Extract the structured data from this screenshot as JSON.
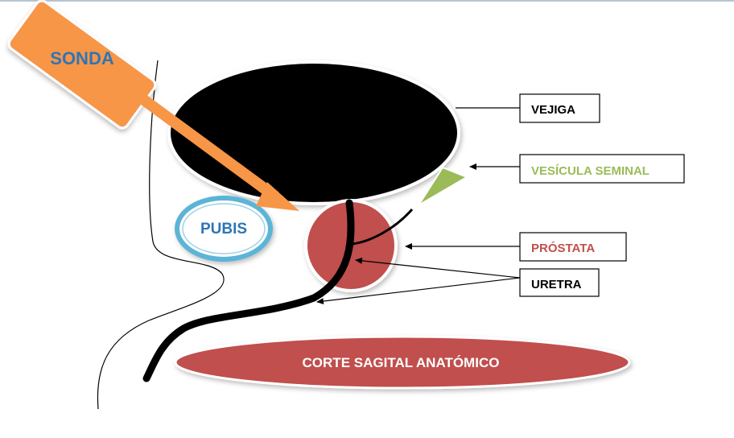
{
  "labels": {
    "sonda": "SONDA",
    "pubis": "PUBIS",
    "vejiga": "VEJIGA",
    "vesicula": "VESÍCULA SEMINAL",
    "prostata": "PRÓSTATA",
    "uretra": "URETRA",
    "corte": "CORTE SAGITAL ANATÓMICO"
  },
  "colors": {
    "sonda_fill": "#f79646",
    "sonda_text": "#2e75b6",
    "pubis_ring": "#5bb4d6",
    "pubis_text": "#2e75b6",
    "vejiga_fill": "#000000",
    "vesicula_fill": "#9bbb59",
    "vesicula_text": "#9bbb59",
    "prostata_fill": "#c0504d",
    "prostata_text": "#c0504d",
    "corte_fill": "#c0504d",
    "corte_text": "#ffffff",
    "label_text": "#000000"
  }
}
